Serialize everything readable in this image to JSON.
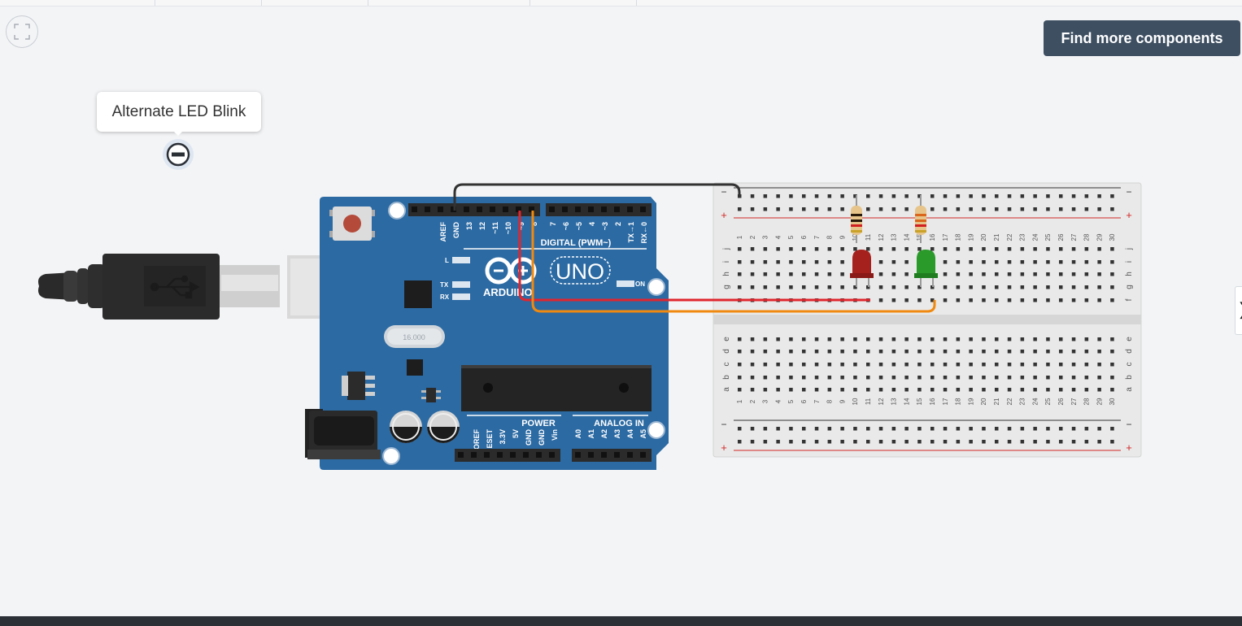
{
  "header": {
    "find_button_label": "Find more components"
  },
  "annotation": {
    "text": "Alternate LED Blink"
  },
  "side_handle": {
    "glyph": "❯"
  },
  "arduino": {
    "board_name": "UNO",
    "brand": "ARDUINO",
    "digital_label": "DIGITAL (PWM~)",
    "power_label": "POWER",
    "analog_label": "ANALOG IN",
    "on_label": "ON",
    "l_label": "L",
    "tx_label": "TX",
    "rx_label": "RX",
    "crystal_label": "16.000",
    "top_pins": [
      "AREF",
      "GND",
      "13",
      "12",
      "~11",
      "~10",
      "~9",
      "8"
    ],
    "top_pins_right": [
      "7",
      "~6",
      "~5",
      "4",
      "~3",
      "2",
      "TX→1",
      "RX←0"
    ],
    "power_pins": [
      "IOREF",
      "RESET",
      "3.3V",
      "5V",
      "GND",
      "GND",
      "Vin"
    ],
    "analog_pins": [
      "A0",
      "A1",
      "A2",
      "A3",
      "A4",
      "A5"
    ]
  },
  "breadboard": {
    "row_letters_top": [
      "j",
      "i",
      "h",
      "g",
      "f"
    ],
    "row_letters_bottom": [
      "e",
      "d",
      "c",
      "b",
      "a"
    ],
    "column_numbers": [
      "1",
      "2",
      "3",
      "4",
      "5",
      "6",
      "7",
      "8",
      "9",
      "10",
      "11",
      "12",
      "13",
      "14",
      "15",
      "16",
      "17",
      "18",
      "19",
      "20",
      "21",
      "22",
      "23",
      "24",
      "25",
      "26",
      "27",
      "28",
      "29",
      "30"
    ],
    "minus_sign": "−",
    "plus_sign": "+"
  },
  "colors": {
    "board": "#2c6aa3",
    "wire_gnd": "#333333",
    "wire_red": "#e0262e",
    "wire_orange": "#f0890f",
    "led_red": "#a5211d",
    "led_green": "#2a9a2a",
    "accent_button": "#3e4f62"
  }
}
